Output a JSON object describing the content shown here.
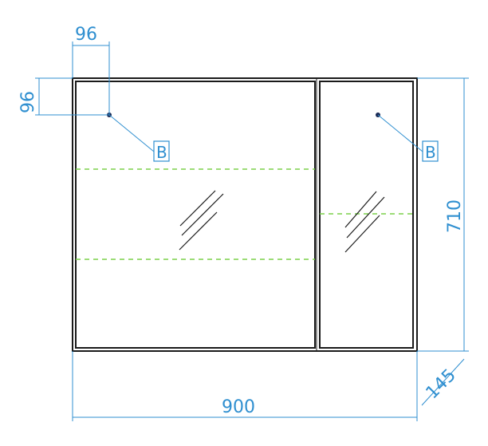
{
  "dimensions": {
    "width": "900",
    "height": "710",
    "depth": "145",
    "offset_x": "96",
    "offset_y": "96"
  },
  "callouts": {
    "left": "B",
    "right": "B"
  },
  "colors": {
    "dimension_line": "#2f8fd0",
    "shelf_line": "#7bd14a",
    "outline": "#1a1a1a"
  }
}
